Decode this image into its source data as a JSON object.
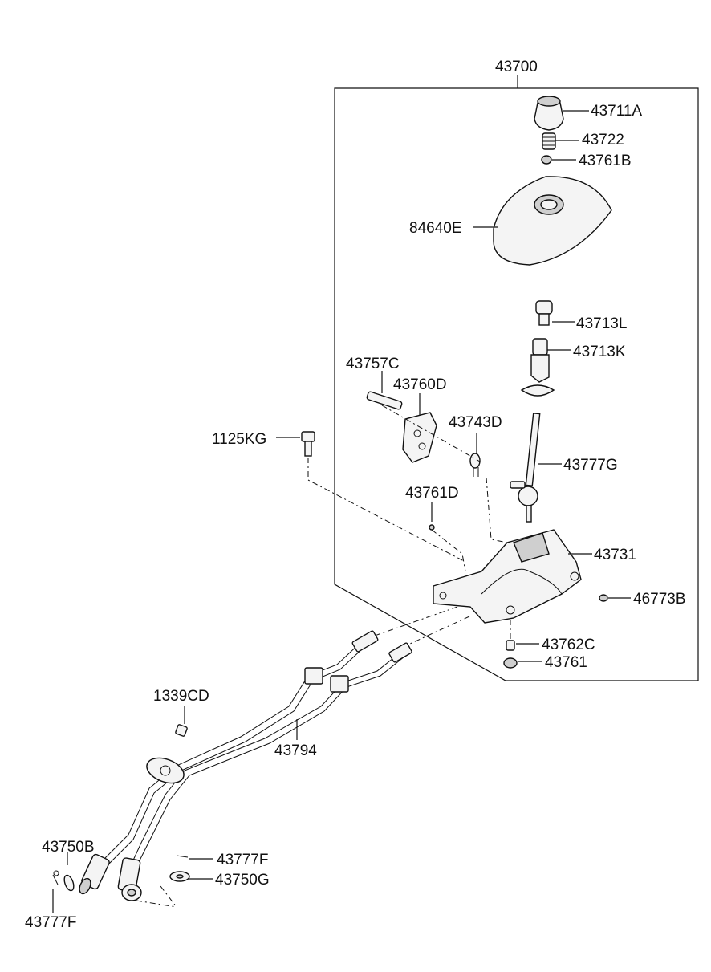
{
  "labels": {
    "assembly": "43700",
    "knob": "43711A",
    "spring": "43722",
    "nut_top": "43761B",
    "boot": "84640E",
    "bushing_upper": "43713L",
    "bushing_lower": "43713K",
    "pin": "43757C",
    "bracket": "43760D",
    "clip": "43743D",
    "bolt": "1125KG",
    "lever": "43777G",
    "small_pin": "43761D",
    "housing": "43731",
    "grommet": "46773B",
    "collar": "43762C",
    "nut_bottom": "43761",
    "clip_cable": "1339CD",
    "cable": "43794",
    "cable_end_b": "43750B",
    "pin_right": "43777F",
    "washer": "43750G",
    "pin_left": "43777F"
  }
}
